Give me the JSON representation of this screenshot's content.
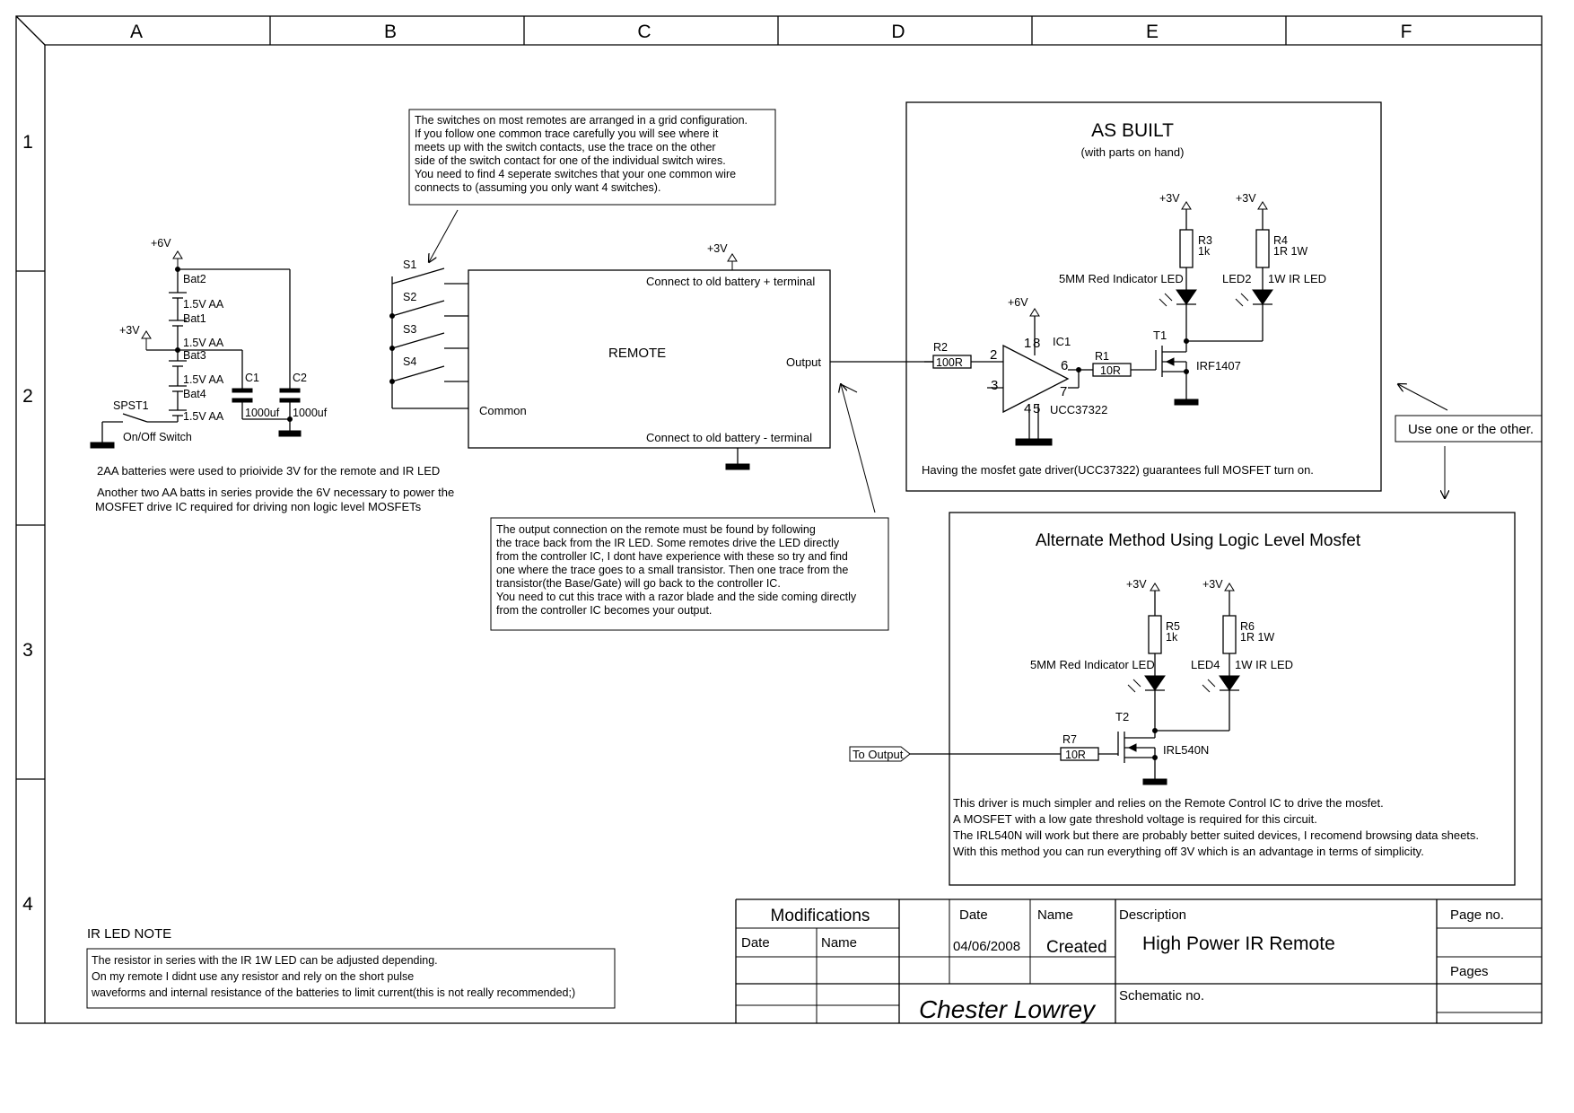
{
  "frame": {
    "cols": [
      "A",
      "B",
      "C",
      "D",
      "E",
      "F"
    ],
    "rows": [
      "1",
      "2",
      "3",
      "4"
    ]
  },
  "notes": {
    "switch_note": [
      "The switches on most remotes are arranged in a grid configuration.",
      "If you follow one common trace carefully you will see where it",
      " meets up with the switch contacts, use the trace on the other",
      "side of the switch contact for one of the individual switch wires.",
      "You need to find 4 seperate switches that your one common wire",
      "connects to (assuming you only want 4 switches)."
    ],
    "output_note": [
      "The output connection on the remote must be found by following",
      "the trace back from the IR LED. Some remotes drive the LED directly",
      "from the controller IC, I dont have experience with these so try and find",
      "one where the trace goes to a small transistor. Then one trace from the",
      "transistor(the Base/Gate) will go back to the controller IC.",
      "You need to cut this trace with a razor blade and the side coming directly",
      "from the controller IC becomes your output."
    ],
    "battery_note1": "2AA batteries were used to prioivide 3V for the remote and IR LED",
    "battery_note2": [
      "Another two AA batts in series provide the 6V necessary to power the",
      "MOSFET drive IC required for driving non logic level MOSFETs"
    ],
    "ir_note_title": "IR LED NOTE",
    "ir_note": [
      "The resistor in series with the IR 1W LED can be adjusted depending.",
      "On my remote I didnt use any resistor and rely on the short pulse",
      "waveforms and internal resistance of the batteries to limit current(this is not really recommended;)"
    ],
    "use_one": "Use one or the other."
  },
  "battery": {
    "v6": "+6V",
    "v3": "+3V",
    "bat2": "Bat2",
    "bat1": "Bat1",
    "bat3": "Bat3",
    "bat4": "Bat4",
    "aa1": "1.5V AA",
    "aa2": "1.5V AA",
    "aa3": "1.5V AA",
    "aa4": "1.5V AA",
    "c1": "C1",
    "c2": "C2",
    "c1v": "1000uf",
    "c2v": "1000uf",
    "spst": "SPST1",
    "switch_label": "On/Off Switch"
  },
  "remote": {
    "title": "REMOTE",
    "plus_term": "Connect to old battery + terminal",
    "minus_term": "Connect to old battery - terminal",
    "output": "Output",
    "common": "Common",
    "v3": "+3V",
    "s1": "S1",
    "s2": "S2",
    "s3": "S3",
    "s4": "S4"
  },
  "as_built": {
    "title": "AS BUILT",
    "subtitle": "(with parts on hand)",
    "v3a": "+3V",
    "v3b": "+3V",
    "v6": "+6V",
    "r3": "R3",
    "r3v": "1k",
    "r4": "R4",
    "r4v": "1R 1W",
    "red_led": "5MM Red Indicator LED",
    "led2": "LED2",
    "ir_led": "1W IR LED",
    "t1": "T1",
    "mosfet": "IRF1407",
    "ic1": "IC1",
    "ic_part": "UCC37322",
    "r2": "R2",
    "r2v": "100R",
    "r1": "R1",
    "r1v": "10R",
    "p1": "1",
    "p8": "8",
    "p2": "2",
    "p3": "3",
    "p6": "6",
    "p7": "7",
    "p4": "4",
    "p5": "5",
    "note": "Having the mosfet gate driver(UCC37322) guarantees full MOSFET turn on."
  },
  "alternate": {
    "title": "Alternate Method Using Logic Level Mosfet",
    "v3a": "+3V",
    "v3b": "+3V",
    "r5": "R5",
    "r5v": "1k",
    "r6": "R6",
    "r6v": "1R 1W",
    "red_led": "5MM Red Indicator LED",
    "led4": "LED4",
    "ir_led": "1W IR LED",
    "t2": "T2",
    "mosfet": "IRL540N",
    "r7": "R7",
    "r7v": "10R",
    "to_output": "To Output",
    "notes": [
      "This driver is much simpler and relies on the Remote Control IC to drive the mosfet.",
      "A MOSFET with a low gate threshold voltage is required for this circuit.",
      "The IRL540N will work but there are probably better suited devices, I recomend browsing data sheets.",
      "With this method you can run everything off 3V which is an advantage in terms of simplicity."
    ]
  },
  "title_block": {
    "modifications": "Modifications",
    "date_h": "Date",
    "name_h": "Name",
    "date_h2": "Date",
    "name_h2": "Name",
    "date_val": "04/06/2008",
    "created": "Created",
    "description_h": "Description",
    "description": "High Power IR Remote",
    "author": "Chester Lowrey",
    "schematic_no": "Schematic no.",
    "page_no": "Page no.",
    "pages": "Pages"
  }
}
